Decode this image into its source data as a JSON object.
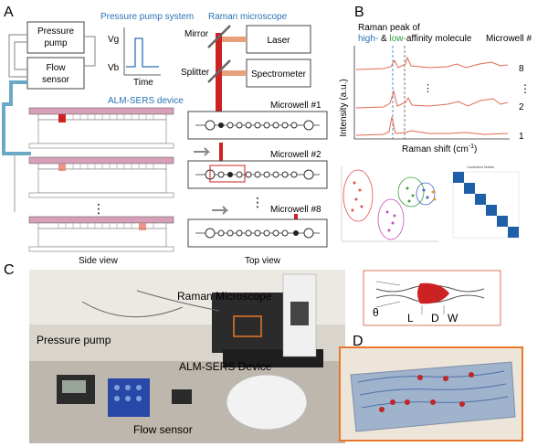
{
  "panels": {
    "a": "A",
    "b": "B",
    "c": "C",
    "d": "D"
  },
  "panel_a": {
    "pressure_system_title": "Pressure pump system",
    "pressure_pump": [
      "Pressure",
      "pump"
    ],
    "flow_sensor": [
      "Flow",
      "sensor"
    ],
    "vg": "Vg",
    "vb": "Vb",
    "time": "Time",
    "raman_title": "Raman microscope",
    "mirror": "Mirror",
    "splitter": "Splitter",
    "laser": "Laser",
    "spectrometer": "Spectrometer",
    "device_title": "ALM-SERS device",
    "microwell_1": "Microwell #1",
    "microwell_2": "Microwell #2",
    "microwell_8": "Microwell #8",
    "side_view": "Side view",
    "top_view": "Top view",
    "dots": "⋮"
  },
  "panel_b": {
    "heading_line1": "Raman peak of",
    "heading_high": "high-",
    "heading_amp": " & ",
    "heading_low": "low-",
    "heading_rest": "affinity molecule",
    "microwell_label": "Microwell #",
    "ylabel": "Intensity (a.u.)",
    "xlabel": "Raman shift (cm",
    "xlabel_sup": "-1",
    "xlabel_end": ")",
    "trace_labels": [
      "8",
      "2",
      "1"
    ],
    "dots": "⋮",
    "confusion_title": "Confusion Matrix"
  },
  "panel_c": {
    "raman": "Raman Microscope",
    "pump": "Pressure pump",
    "device": "ALM-SERS Device",
    "sensor": "Flow sensor"
  },
  "geometry": {
    "theta": "θ",
    "l": "L",
    "d": "D",
    "w": "W"
  },
  "colors": {
    "blue": "#2a72b5",
    "red": "#cc2222",
    "salmon": "#e87a6a",
    "pink": "#d8a0b8",
    "cyan": "#6aa9c6",
    "orange": "#e8772b",
    "gray": "#555555"
  }
}
